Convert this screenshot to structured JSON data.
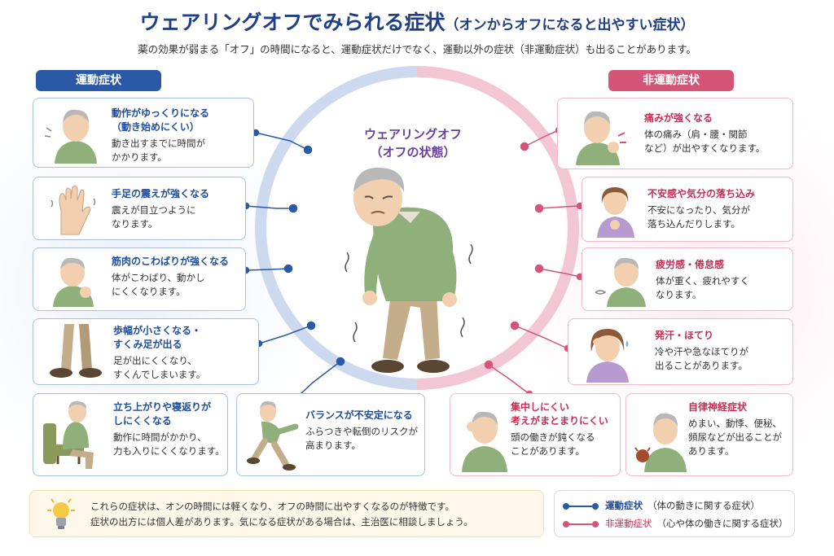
{
  "title": "ウェアリングオフでみられる症状",
  "title_sub": "（オンからオフになると出やすい症状）",
  "intro": "薬の効果が弱まる「オフ」の時間になると、運動症状だけでなく、運動以外の症状（非運動症状）も出ることがあります。",
  "motor_category": "運動症状",
  "nonmotor_category": "非運動症状",
  "center_label": "ウェアリングオフ\n（オフの状態）",
  "motor_items": [
    {
      "heading": "動作がゆっくりになる\n（動き始めにくい）",
      "text": "動き出すまでに時間が\nかかります。",
      "icon": "slow-movement-icon"
    },
    {
      "heading": "手足の震えが強くなる",
      "text": "震えが目立つように\nなります。",
      "icon": "trembling-hand-icon"
    },
    {
      "heading": "筋肉のこわばりが強くなる",
      "text": "体がこわばり、動かし\nにくくなります。",
      "icon": "stiff-shoulder-icon"
    },
    {
      "heading": "歩幅が小さくなる・\nすくみ足が出る",
      "text": "足が出にくくなり、\nすくんでしまいます。",
      "icon": "small-steps-icon"
    },
    {
      "heading": "立ち上がりや寝返りが\nしにくくなる",
      "text": "動作に時間がかかり、\n力も入りにくくなります。",
      "icon": "chair-standing-icon"
    },
    {
      "heading": "バランスが不安定になる",
      "text": "ふらつきや転倒のリスクが\n高まります。",
      "icon": "stumbling-icon"
    }
  ],
  "nonmotor_items": [
    {
      "heading": "痛みが強くなる",
      "text": "体の痛み（肩・腰・関節\nなど）が出やすくなります。",
      "icon": "pain-icon"
    },
    {
      "heading": "不安感や気分の落ち込み",
      "text": "不安になったり、気分が\n落ち込んだりします。",
      "icon": "anxiety-icon"
    },
    {
      "heading": "疲労感・倦怠感",
      "text": "体が重く、疲れやすく\nなります。",
      "icon": "fatigue-icon"
    },
    {
      "heading": "発汗・ほてり",
      "text": "冷や汗や急なほてりが\n出ることがあります。",
      "icon": "sweating-icon"
    },
    {
      "heading": "集中しにくい\n考えがまとまりにくい",
      "text": "頭の働きが鈍くなる\nことがあります。",
      "icon": "concentration-icon"
    },
    {
      "heading": "自律神経症状",
      "text": "めまい、動悸、便秘、\n頻尿などが出ることが\nあります。",
      "icon": "autonomic-icon"
    }
  ],
  "note_lines": [
    "これらの症状は、オンの時間には軽くなり、オフの時間に出やすくなるのが特徴です。",
    "症状の出方には個人差があります。気になる症状がある場合は、主治医に相談しましょう。"
  ],
  "legend": {
    "motor_label": "運動症状",
    "motor_desc": "（体の動きに関する症状）",
    "nonmotor_label": "非運動症状",
    "nonmotor_desc": "（心や体の働きに関する症状）"
  },
  "colors": {
    "motor": "#2a5aa5",
    "nonmotor": "#d45577",
    "title": "#1f3f86",
    "center": "#6a3fa0"
  }
}
